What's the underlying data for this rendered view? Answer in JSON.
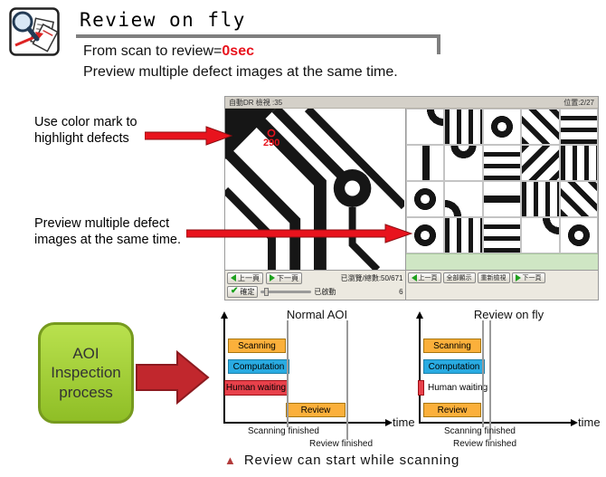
{
  "page": {
    "title": "Review on fly",
    "subtitle_prefix": "From scan to review=",
    "subtitle_highlight": "0sec",
    "subtitle_line2": "Preview multiple defect images at the same time."
  },
  "callouts": {
    "color_mark": "Use color mark to\nhighlight defects",
    "preview_multi": "Preview multiple defect\nimages at the same time."
  },
  "screenshot": {
    "titlebar_left": "自動DR 檢視 :35",
    "titlebar_right": "位置:2/27",
    "defect_label": "290",
    "left_toolbar": {
      "prev": "上一頁",
      "next": "下一頁",
      "confirm": "確定",
      "stats": "已瀏覽/總數:50/671",
      "status": "已啟動",
      "count": "6"
    },
    "right_toolbar": {
      "prev": "上一頁",
      "show_all": "全部顯示",
      "review_mode": "重新檢視",
      "next": "下一頁"
    }
  },
  "process": {
    "box_text": "AOI\nInspection\nprocess"
  },
  "chart_data": [
    {
      "type": "gantt",
      "title": "Normal AOI",
      "xlabel": "time",
      "rows": [
        "Scanning",
        "Computation",
        "Human waiting",
        "Review"
      ],
      "bars": [
        {
          "label": "Scanning",
          "start": 0,
          "end": 1,
          "color": "#FBB03B"
        },
        {
          "label": "Computation",
          "start": 0,
          "end": 1,
          "color": "#29ABE2"
        },
        {
          "label": "Human waiting",
          "start": 0,
          "end": 1,
          "color": "#E8414B"
        },
        {
          "label": "Review",
          "start": 1,
          "end": 2,
          "color": "#FBB03B"
        }
      ],
      "markers": [
        {
          "label": "Scanning finished",
          "x": 1
        },
        {
          "label": "Review finished",
          "x": 2
        }
      ]
    },
    {
      "type": "gantt",
      "title": "Review on fly",
      "xlabel": "time",
      "rows": [
        "Scanning",
        "Computation",
        "Human waiting",
        "Review"
      ],
      "bars": [
        {
          "label": "Scanning",
          "start": 0,
          "end": 1,
          "color": "#FBB03B"
        },
        {
          "label": "Computation",
          "start": 0,
          "end": 1,
          "color": "#29ABE2"
        },
        {
          "label": "Human waiting",
          "start": 0,
          "end": 0.08,
          "color": "#E8414B"
        },
        {
          "label": "Review",
          "start": 0,
          "end": 1,
          "color": "#FBB03B"
        }
      ],
      "markers": [
        {
          "label": "Scanning finished",
          "x": 1
        },
        {
          "label": "Review finished",
          "x": 1.1
        }
      ]
    }
  ],
  "footer": {
    "note": "Review can start while scanning"
  },
  "icons": {
    "header": "magnifier-documents-icon",
    "callout_arrow": "red-right-arrow",
    "process_arrow": "red-block-right-arrow",
    "prev": "green-left-arrow",
    "next": "green-right-arrow",
    "confirm": "green-checkmark",
    "bullet": "red-triangle"
  },
  "colors": {
    "accent_red": "#E8131D",
    "bar_orange": "#FBB03B",
    "bar_blue": "#29ABE2",
    "bar_red": "#E8414B",
    "process_green": "#9FCA3A",
    "rule_gray": "#7F7F7F"
  }
}
